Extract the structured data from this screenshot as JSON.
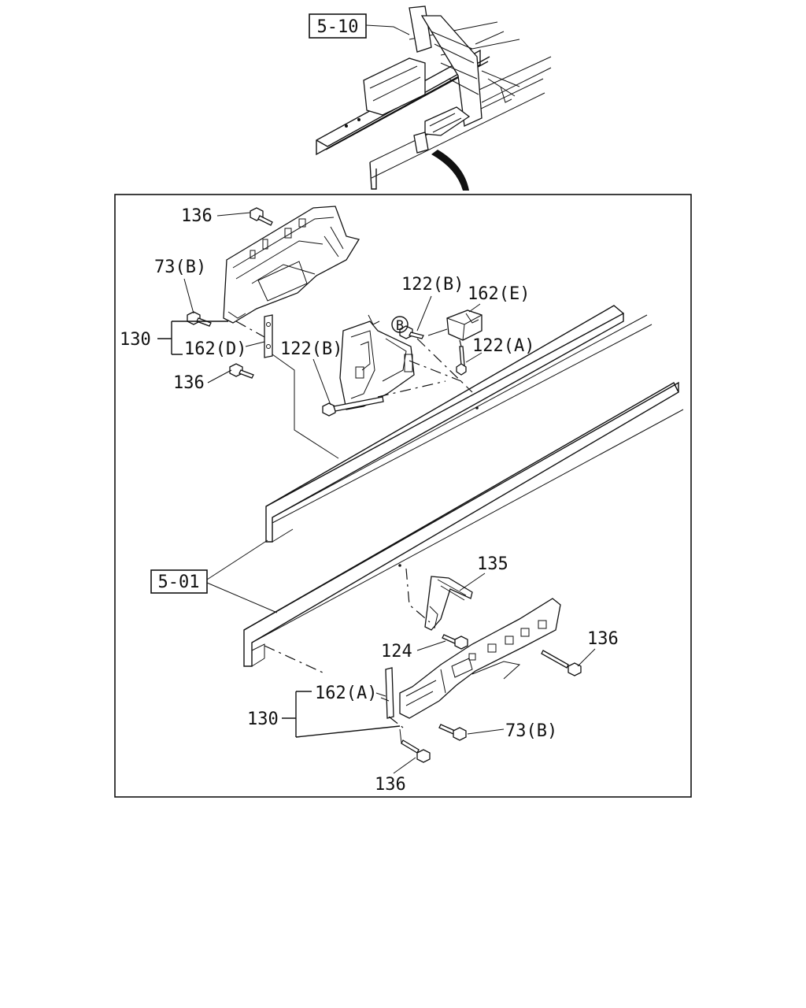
{
  "refs": {
    "top": "5-10",
    "rail": "5-01"
  },
  "labels": {
    "l136_top": "136",
    "l73b_top": "73(B)",
    "l130_top": "130",
    "l162d": "162(D)",
    "l136_left": "136",
    "l122b_upper": "122(B)",
    "l162e": "162(E)",
    "l122b_left": "122(B)",
    "l122a": "122(A)",
    "circle_b": "B",
    "l135": "135",
    "l124": "124",
    "l136_right": "136",
    "l162a": "162(A)",
    "l130_bottom": "130",
    "l73b_bottom": "73(B)",
    "l136_bottom": "136"
  }
}
